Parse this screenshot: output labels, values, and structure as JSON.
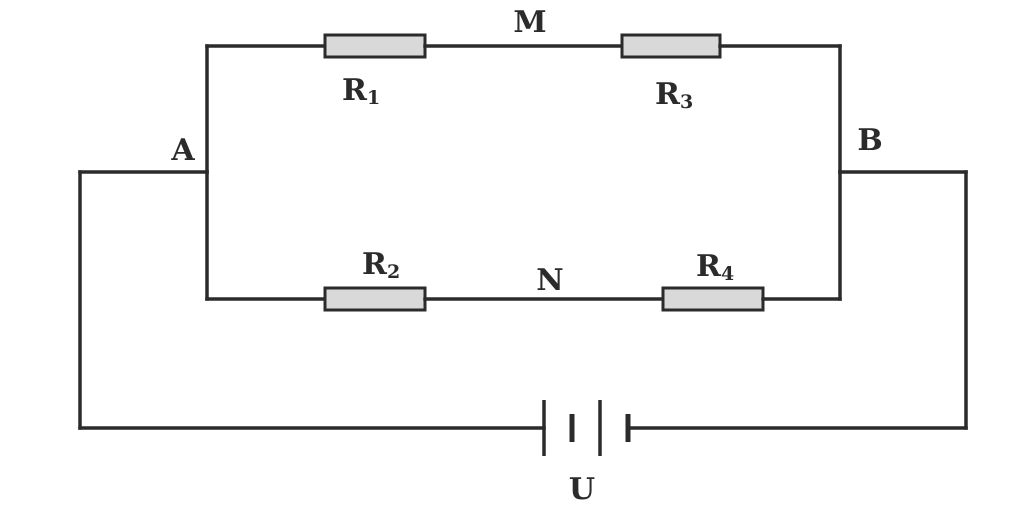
{
  "nodes": {
    "a": "A",
    "b": "B",
    "m": "M",
    "n": "N"
  },
  "resistors": {
    "r1": {
      "letter": "R",
      "index": "1"
    },
    "r2": {
      "letter": "R",
      "index": "2"
    },
    "r3": {
      "letter": "R",
      "index": "3"
    },
    "r4": {
      "letter": "R",
      "index": "4"
    }
  },
  "source": {
    "label": "U"
  }
}
